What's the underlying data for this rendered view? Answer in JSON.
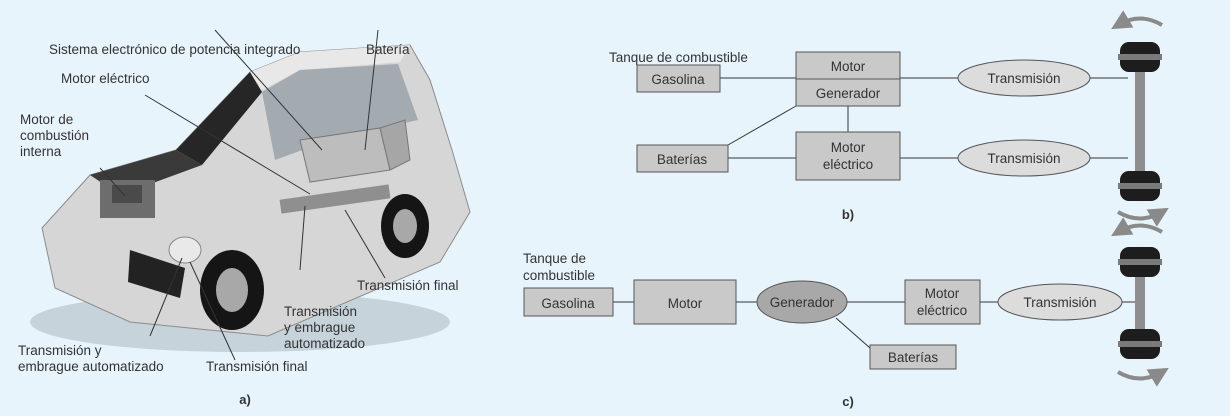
{
  "panel_a": {
    "caption": "a)",
    "labels": {
      "power_electronics": "Sistema electrónico de potencia integrado",
      "battery": "Batería",
      "electric_motor": "Motor eléctrico",
      "ice_line1": "Motor de",
      "ice_line2": "combustión",
      "ice_line3": "interna",
      "final_drive_right": "Transmisión final",
      "trans_clutch_c1": "Transmisión",
      "trans_clutch_c2": "y embrague",
      "trans_clutch_c3": "automatizado",
      "trans_clutch_l1": "Transmisión y",
      "trans_clutch_l2": "embrague automatizado",
      "final_drive_bottom": "Transmisión final"
    }
  },
  "panel_b": {
    "caption": "b)",
    "tank_label": "Tanque de combustible",
    "fuel": "Gasolina",
    "engine": "Motor",
    "generator": "Generador",
    "batteries": "Baterías",
    "emotor_l1": "Motor",
    "emotor_l2": "eléctrico",
    "transmission_top": "Transmisión",
    "transmission_bottom": "Transmisión"
  },
  "panel_c": {
    "caption": "c)",
    "tank_l1": "Tanque de",
    "tank_l2": "combustible",
    "fuel": "Gasolina",
    "engine": "Motor",
    "generator": "Generador",
    "batteries": "Baterías",
    "emotor_l1": "Motor",
    "emotor_l2": "eléctrico",
    "transmission": "Transmisión"
  },
  "colors": {
    "background": "#e8f4fb",
    "box_fill": "#c9c9c9",
    "line": "#333333",
    "arrow": "#8a8a8a"
  }
}
